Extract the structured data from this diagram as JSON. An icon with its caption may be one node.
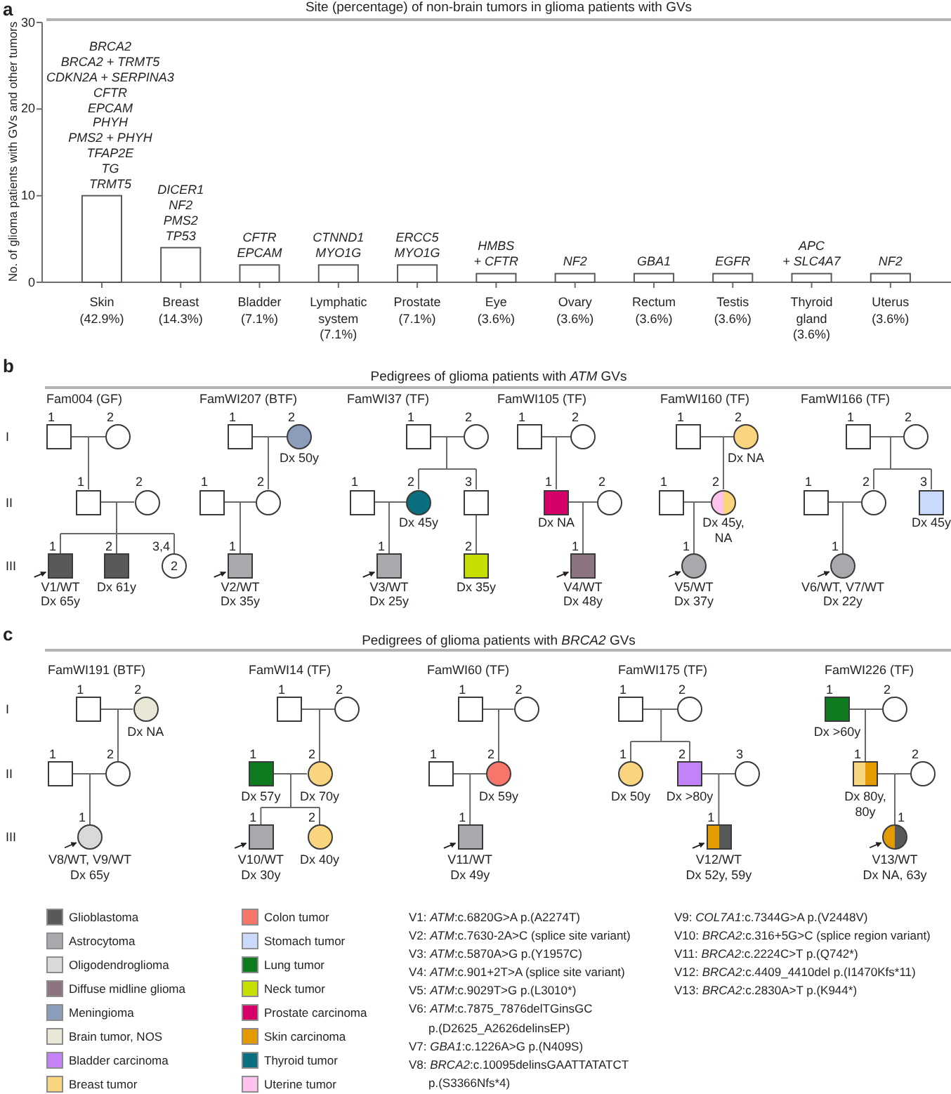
{
  "diagram": {
    "nodes": [
      {
        "text": [
          "1"
        ]
      },
      {
        "text": [
          "2"
        ]
      },
      {
        "text": [
          "1"
        ]
      },
      {
        "text": [
          "2"
        ]
      },
      {
        "text": [
          "1"
        ],
        "beside": [
          "V1/WT",
          "Dx 65y"
        ]
      },
      {
        "text": [
          "2"
        ],
        "beside": [
          "Dx 61y"
        ]
      },
      {
        "text": [
          "3,4",
          "2"
        ]
      },
      {
        "text": [
          "1"
        ]
      },
      {
        "text": [
          "2"
        ],
        "beside": [
          "Dx 50y"
        ]
      },
      {
        "text": [
          "1"
        ]
      },
      {
        "text": [
          "2"
        ]
      },
      {
        "text": [
          "1"
        ],
        "beside": [
          "V2/WT",
          "Dx 35y"
        ]
      },
      {
        "text": [
          "1"
        ]
      },
      {
        "text": [
          "2"
        ]
      },
      {
        "text": [
          "1"
        ]
      },
      {
        "text": [
          "2"
        ],
        "beside": [
          "Dx 45y"
        ]
      },
      {
        "text": [
          "3"
        ]
      },
      {
        "text": [
          "1"
        ],
        "beside": [
          "V3/WT",
          "Dx 25y"
        ]
      },
      {
        "text": [
          "2"
        ],
        "beside": [
          "Dx 35y"
        ]
      },
      {
        "text": [
          "1"
        ]
      },
      {
        "text": [
          "2"
        ]
      },
      {
        "text": [
          "1"
        ],
        "beside": [
          "Dx NA"
        ]
      },
      {
        "text": [
          "2"
        ]
      },
      {
        "text": [
          "1"
        ],
        "beside": [
          "V4/WT",
          "Dx 48y"
        ]
      },
      {
        "text": [
          "1"
        ]
      },
      {
        "text": [
          "2"
        ],
        "beside": [
          "Dx NA"
        ]
      },
      {
        "text": [
          "1"
        ]
      },
      {
        "text": [
          "2"
        ],
        "beside": [
          "Dx 45y, NA"
        ]
      },
      {
        "text": [
          "1"
        ],
        "beside": [
          "V5/WT",
          "Dx 37y"
        ]
      },
      {
        "text": [
          "1"
        ]
      },
      {
        "text": [
          "2"
        ]
      },
      {
        "text": [
          "1"
        ]
      },
      {
        "text": [
          "2"
        ]
      },
      {
        "text": [
          "3"
        ],
        "beside": [
          "Dx 45y"
        ]
      },
      {
        "text": [
          "1"
        ],
        "beside": [
          "V6/WT, V7/WT",
          "Dx 22y"
        ]
      },
      {
        "text": [
          "1"
        ]
      },
      {
        "text": [
          "2"
        ],
        "beside": [
          "Dx NA"
        ]
      },
      {
        "text": [
          "1"
        ]
      },
      {
        "text": [
          "2"
        ]
      },
      {
        "text": [
          "1"
        ],
        "beside": [
          "V8/WT, V9/WT",
          "Dx 65y"
        ]
      },
      {
        "text": [
          "1"
        ]
      },
      {
        "text": [
          "2"
        ]
      },
      {
        "text": [
          "1"
        ],
        "beside": [
          "Dx 57y"
        ]
      },
      {
        "text": [
          "2"
        ],
        "beside": [
          "Dx 70y"
        ]
      },
      {
        "text": [
          "1"
        ],
        "beside": [
          "V10/WT",
          "Dx 30y"
        ]
      },
      {
        "text": [
          "2"
        ],
        "beside": [
          "Dx 40y"
        ]
      },
      {
        "text": [
          "1"
        ]
      },
      {
        "text": [
          "2"
        ]
      },
      {
        "text": [
          "1"
        ]
      },
      {
        "text": [
          "2"
        ],
        "beside": [
          "Dx 59y"
        ]
      },
      {
        "text": [
          "1"
        ],
        "beside": [
          "V11/WT",
          "Dx 49y"
        ]
      },
      {
        "text": [
          "1"
        ]
      },
      {
        "text": [
          "2"
        ]
      },
      {
        "text": [
          "1"
        ],
        "beside": [
          "Dx 50y"
        ]
      },
      {
        "text": [
          "2"
        ],
        "beside": [
          "Dx >80y"
        ]
      },
      {
        "text": [
          "3"
        ]
      },
      {
        "text": [
          "1"
        ],
        "beside": [
          "V12/WT",
          "Dx 52y, 59y"
        ]
      },
      {
        "text": [
          "1"
        ],
        "beside": [
          "Dx >60y"
        ]
      },
      {
        "text": [
          "2"
        ]
      },
      {
        "text": [
          "1"
        ],
        "beside": [
          "Dx 80y, 80y"
        ]
      },
      {
        "text": [
          "2"
        ]
      },
      {
        "text": [
          "1"
        ],
        "beside": [
          "V13/WT",
          "Dx NA, 63y"
        ]
      }
    ],
    "edges": [
      {
        "from": 0,
        "to": 1,
        "arrow": "none"
      },
      {
        "from": 0,
        "to": 2,
        "arrow": "none"
      },
      {
        "from": 1,
        "to": 2,
        "arrow": "none"
      },
      {
        "from": 2,
        "to": 3,
        "arrow": "none"
      },
      {
        "from": 2,
        "to": 4,
        "arrow": "none"
      },
      {
        "from": 3,
        "to": 4,
        "arrow": "none"
      },
      {
        "from": 2,
        "to": 5,
        "arrow": "none"
      },
      {
        "from": 3,
        "to": 5,
        "arrow": "none"
      },
      {
        "from": 2,
        "to": 6,
        "arrow": "none"
      },
      {
        "from": 3,
        "to": 6,
        "arrow": "none"
      },
      {
        "from": null,
        "to": 4,
        "arrow": "to"
      },
      {
        "from": 7,
        "to": 8,
        "arrow": "none"
      },
      {
        "from": 7,
        "to": 10,
        "arrow": "none"
      },
      {
        "from": 8,
        "to": 10,
        "arrow": "none"
      },
      {
        "from": 9,
        "to": 10,
        "arrow": "none"
      },
      {
        "from": 9,
        "to": 11,
        "arrow": "none"
      },
      {
        "from": 10,
        "to": 11,
        "arrow": "none"
      },
      {
        "from": null,
        "to": 11,
        "arrow": "to"
      },
      {
        "from": 12,
        "to": 13,
        "arrow": "none"
      },
      {
        "from": 12,
        "to": 15,
        "arrow": "none"
      },
      {
        "from": 13,
        "to": 15,
        "arrow": "none"
      },
      {
        "from": 12,
        "to": 16,
        "arrow": "none"
      },
      {
        "from": 13,
        "to": 16,
        "arrow": "none"
      },
      {
        "from": 14,
        "to": 15,
        "arrow": "none"
      },
      {
        "from": 14,
        "to": 17,
        "arrow": "none"
      },
      {
        "from": 15,
        "to": 17,
        "arrow": "none"
      },
      {
        "from": 16,
        "to": 18,
        "arrow": "none"
      },
      {
        "from": null,
        "to": 17,
        "arrow": "to"
      },
      {
        "from": 19,
        "to": 20,
        "arrow": "none"
      },
      {
        "from": 19,
        "to": 21,
        "arrow": "none"
      },
      {
        "from": 20,
        "to": 21,
        "arrow": "none"
      },
      {
        "from": 21,
        "to": 22,
        "arrow": "none"
      },
      {
        "from": 21,
        "to": 23,
        "arrow": "none"
      },
      {
        "from": 22,
        "to": 23,
        "arrow": "none"
      },
      {
        "from": null,
        "to": 23,
        "arrow": "to"
      },
      {
        "from": 24,
        "to": 25,
        "arrow": "none"
      },
      {
        "from": 24,
        "to": 27,
        "arrow": "none"
      },
      {
        "from": 25,
        "to": 27,
        "arrow": "none"
      },
      {
        "from": 26,
        "to": 27,
        "arrow": "none"
      },
      {
        "from": 26,
        "to": 28,
        "arrow": "none"
      },
      {
        "from": 27,
        "to": 28,
        "arrow": "none"
      },
      {
        "from": null,
        "to": 28,
        "arrow": "to"
      },
      {
        "from": 29,
        "to": 30,
        "arrow": "none"
      },
      {
        "from": 29,
        "to": 32,
        "arrow": "none"
      },
      {
        "from": 30,
        "to": 32,
        "arrow": "none"
      },
      {
        "from": 29,
        "to": 33,
        "arrow": "none"
      },
      {
        "from": 30,
        "to": 33,
        "arrow": "none"
      },
      {
        "from": 31,
        "to": 32,
        "arrow": "none"
      },
      {
        "from": 31,
        "to": 34,
        "arrow": "none"
      },
      {
        "from": 32,
        "to": 34,
        "arrow": "none"
      },
      {
        "from": null,
        "to": 34,
        "arrow": "to"
      },
      {
        "from": 35,
        "to": 36,
        "arrow": "none"
      },
      {
        "from": 35,
        "to": 38,
        "arrow": "none"
      },
      {
        "from": 36,
        "to": 38,
        "arrow": "none"
      },
      {
        "from": 37,
        "to": 38,
        "arrow": "none"
      },
      {
        "from": 37,
        "to": 39,
        "arrow": "none"
      },
      {
        "from": 38,
        "to": 39,
        "arrow": "none"
      },
      {
        "from": null,
        "to": 39,
        "arrow": "to"
      },
      {
        "from": 40,
        "to": 41,
        "arrow": "none"
      },
      {
        "from": 40,
        "to": 43,
        "arrow": "none"
      },
      {
        "from": 41,
        "to": 43,
        "arrow": "none"
      },
      {
        "from": 42,
        "to": 43,
        "arrow": "none"
      },
      {
        "from": 42,
        "to": 44,
        "arrow": "none"
      },
      {
        "from": 43,
        "to": 44,
        "arrow": "none"
      },
      {
        "from": 42,
        "to": 45,
        "arrow": "none"
      },
      {
        "from": 43,
        "to": 45,
        "arrow": "none"
      },
      {
        "from": null,
        "to": 44,
        "arrow": "to"
      },
      {
        "from": 46,
        "to": 47,
        "arrow": "none"
      },
      {
        "from": 46,
        "to": 49,
        "arrow": "none"
      },
      {
        "from": 47,
        "to": 49,
        "arrow": "none"
      },
      {
        "from": 48,
        "to": 49,
        "arrow": "none"
      },
      {
        "from": 48,
        "to": 50,
        "arrow": "none"
      },
      {
        "from": 49,
        "to": 50,
        "arrow": "none"
      },
      {
        "from": null,
        "to": 50,
        "arrow": "to"
      },
      {
        "from": 51,
        "to": 52,
        "arrow": "none"
      },
      {
        "from": 51,
        "to": 53,
        "arrow": "none"
      },
      {
        "from": 52,
        "to": 53,
        "arrow": "none"
      },
      {
        "from": 51,
        "to": 54,
        "arrow": "none"
      },
      {
        "from": 52,
        "to": 54,
        "arrow": "none"
      },
      {
        "from": 54,
        "to": 55,
        "arrow": "none"
      },
      {
        "from": 54,
        "to": 56,
        "arrow": "none"
      },
      {
        "from": 55,
        "to": 56,
        "arrow": "none"
      },
      {
        "from": null,
        "to": 56,
        "arrow": "to"
      },
      {
        "from": 57,
        "to": 58,
        "arrow": "none"
      },
      {
        "from": 57,
        "to": 59,
        "arrow": "none"
      },
      {
        "from": 58,
        "to": 59,
        "arrow": "none"
      },
      {
        "from": 59,
        "to": 60,
        "arrow": "none"
      },
      {
        "from": 59,
        "to": 61,
        "arrow": "none"
      },
      {
        "from": 60,
        "to": 61,
        "arrow": "none"
      },
      {
        "from": null,
        "to": 61,
        "arrow": "to"
      }
    ],
    "labels": [
      "a",
      "b",
      "Pedigrees of glioma patients with *ATM* GVs",
      "Fam004 (GF)",
      "FamWI207 (BTF)",
      "FamWI37 (TF)",
      "FamWI105 (TF)",
      "FamWI160 (TF)",
      "FamWI166 (TF)",
      "I",
      "II",
      "III",
      "c",
      "Pedigrees of glioma patients with *BRCA2* GVs",
      "FamWI191 (BTF)",
      "FamWI14 (TF)",
      "FamWI60 (TF)",
      "FamWI175 (TF)",
      "FamWI226 (TF)",
      "I",
      "II",
      "III",
      "V1: *ATM*:c.6820G>A p.(A2274T)",
      "V2: *ATM*:c.7630-2A>C (splice site variant)",
      "V3: *ATM*:c.5870A>G p.(Y1957C)",
      "V4: *ATM*:c.901+2T>A (splice site variant)",
      "V5: *ATM*:c.9029T>G p.(L3010*)",
      "V6: *ATM*:c.7875_7876delTGinsGC p.(D2625_A2626delinsEP)",
      "V7: *GBA1*:c.1226A>G p.(N409S)",
      "V8: *BRCA2*:c.10095delinsGAATTATATCT p.(S3366Nfs*4)",
      "V9: *COL7A1*:c.7344G>A p.(V2448V)",
      "V10: *BRCA2*:c.316+5G>C (splice region variant)",
      "V11: *BRCA2*:c.2224C>T p.(Q742*)",
      "V12: *BRCA2*:c.4409_4410del p.(I1470Kfs*11)",
      "V13: *BRCA2*:c.2830A>T p.(K944*)"
    ],
    "legend": [
      {
        "text": "Glioblastoma",
        "color": "#58595b"
      },
      {
        "text": "Astrocytoma",
        "color": "#a7a9ac"
      },
      {
        "text": "Oligodendroglioma",
        "color": "#d9d9d9"
      },
      {
        "text": "Diffuse midline glioma",
        "color": "#8c7480"
      },
      {
        "text": "Meningioma",
        "color": "#8b9dbb"
      },
      {
        "text": "Brain tumor, NOS",
        "color": "#e9e7d6"
      },
      {
        "text": "Bladder carcinoma",
        "color": "#c382f7"
      },
      {
        "text": "Breast tumor",
        "color": "#f8d57e"
      },
      {
        "text": "Colon tumor",
        "color": "#f7766b"
      },
      {
        "text": "Stomach tumor",
        "color": "#c9dafc"
      },
      {
        "text": "Lung tumor",
        "color": "#0f7a20"
      },
      {
        "text": "Neck tumor",
        "color": "#c6de00"
      },
      {
        "text": "Prostate carcinoma",
        "color": "#d40068"
      },
      {
        "text": "Skin carcinoma",
        "color": "#e39b00"
      },
      {
        "text": "Thyroid tumor",
        "color": "#0b6f80"
      },
      {
        "text": "Uterine tumor",
        "color": "#fdc3ee"
      }
    ],
    "chart_data": {
      "type": "bar",
      "title": "Site (percentage) of non-brain tumors in glioma patients with GVs",
      "ylabel": "No. of glioma patients with GVs and other tumors",
      "categories": [
        "Skin (42.9%)",
        "Breast (14.3%)",
        "Bladder (7.1%)",
        "Lymphatic system (7.1%)",
        "Prostate (7.1%)",
        "Eye (3.6%)",
        "Ovary (3.6%)",
        "Rectum (3.6%)",
        "Testis (3.6%)",
        "Thyroid gland (3.6%)",
        "Uterus (3.6%)"
      ],
      "values": [
        10,
        4,
        2,
        2,
        2,
        1,
        1,
        1,
        1,
        1,
        1
      ],
      "ylim": [
        0,
        30
      ],
      "yticks": [
        0,
        10,
        20,
        30
      ],
      "annotations": [
        "BRCA2",
        "BRCA2 + TRMT5",
        "CDKN2A + SERPINA3",
        "CFTR",
        "EPCAM",
        "PHYH",
        "PMS2 + PHYH",
        "TFAP2E",
        "TG",
        "TRMT5",
        "DICER1",
        "NF2",
        "PMS2",
        "TP53",
        "CFTR",
        "EPCAM",
        "CTNND1",
        "MYO1G",
        "ERCC5",
        "MYO1G",
        "HMBS + CFTR",
        "NF2",
        "GBA1",
        "EGFR",
        "APC + SLC4A7",
        "NF2"
      ]
    }
  }
}
